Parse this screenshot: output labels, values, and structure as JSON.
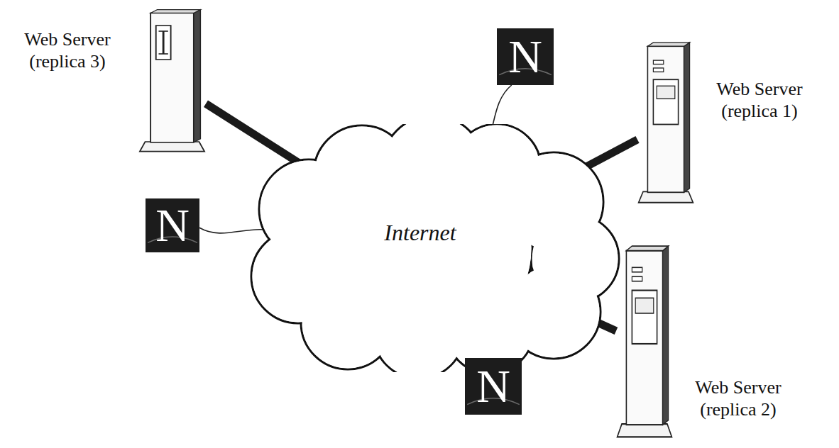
{
  "diagram": {
    "nodes": [
      {
        "text": [
          "Web Server (replica 3)"
        ]
      },
      {
        "text": [
          "N"
        ]
      },
      {
        "text": [
          "Web Server (replica 1)"
        ]
      },
      {
        "text": [
          "N"
        ]
      },
      {
        "text": [
          "Internet"
        ]
      },
      {
        "text": [
          "Web Server (replica 2)"
        ]
      },
      {
        "text": [
          "N"
        ]
      }
    ],
    "edges": [
      {
        "from": 0,
        "to": 4,
        "arrow": "none"
      },
      {
        "from": 1,
        "to": 4,
        "arrow": "none"
      },
      {
        "from": 2,
        "to": 4,
        "arrow": "none"
      },
      {
        "from": 3,
        "to": 4,
        "arrow": "none"
      },
      {
        "from": 5,
        "to": 4,
        "arrow": "none"
      },
      {
        "from": 6,
        "to": 4,
        "arrow": "none"
      }
    ]
  }
}
